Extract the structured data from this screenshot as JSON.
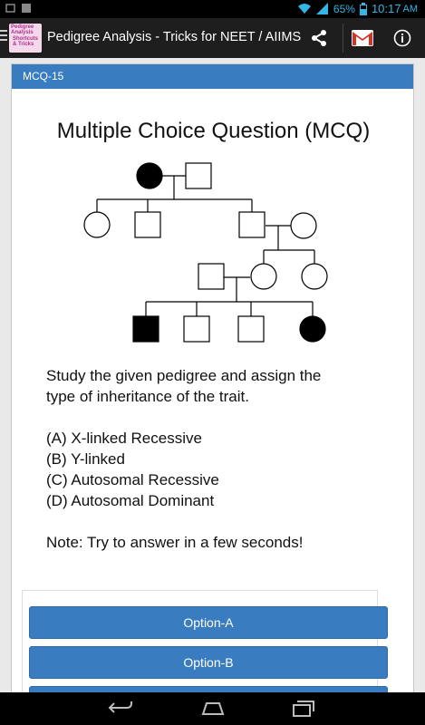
{
  "status_bar": {
    "battery": "65%",
    "time": "10:17",
    "ampm": "AM"
  },
  "action_bar": {
    "logo_line1": "Pedigree Analysis",
    "logo_line2": "Shortcuts & Tricks",
    "title": "Pedigree Analysis - Tricks for NEET / AIIMS"
  },
  "card": {
    "header": "MCQ-15",
    "question_title": "Multiple Choice Question (MCQ)",
    "question_line1": "Study the given pedigree and assign the",
    "question_line2": "type of inheritance of the trait.",
    "choices": [
      "(A) X-linked Recessive",
      "(B) Y-linked",
      "(C) Autosomal Recessive",
      "(D) Autosomal Dominant"
    ],
    "note": "Note: Try to answer in a few seconds!"
  },
  "options": [
    {
      "label": "Option-A"
    },
    {
      "label": "Option-B"
    }
  ],
  "colors": {
    "accent": "#3a7cc0",
    "status_blue": "#33b5e5",
    "action_bar": "#1e1e1e"
  },
  "icons": [
    "notification-icon",
    "wifi-icon",
    "signal-icon",
    "battery-icon",
    "share-icon",
    "gmail-icon",
    "info-icon",
    "back-icon",
    "home-icon",
    "recents-icon"
  ]
}
